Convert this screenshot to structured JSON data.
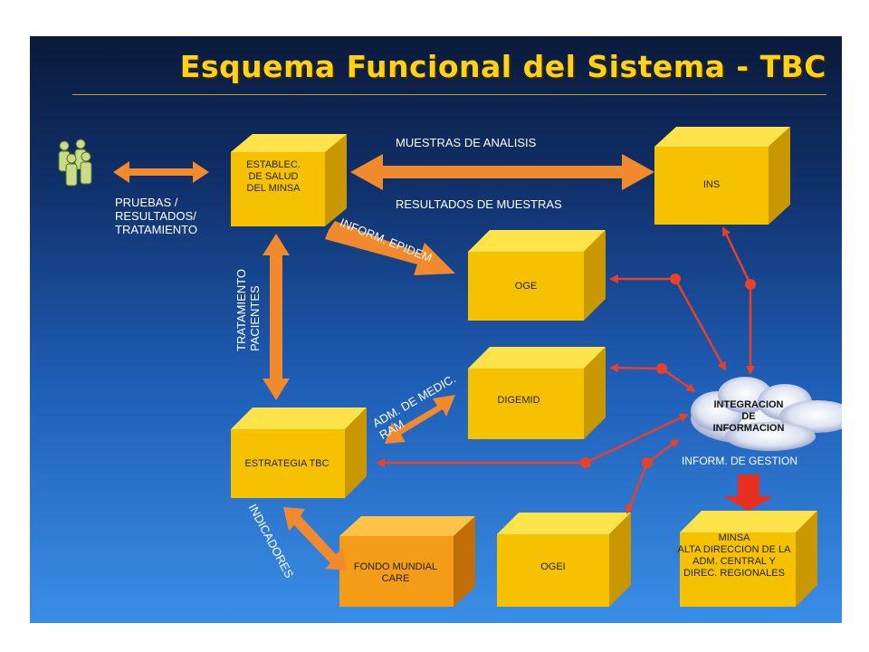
{
  "title": "Esquema Funcional del  Sistema - TBC",
  "boxes": {
    "establec": "ESTABLEC.\nDE SALUD\nDEL MINSA",
    "ins": "INS",
    "oge": "OGE",
    "digemid": "DIGEMID",
    "estrategia": "ESTRATEGIA  TBC",
    "fondo": "FONDO MUNDIAL\nCARE",
    "ogei": "OGEI",
    "minsa": "MINSA\nALTA DIRECCION  DE LA\nADM. CENTRAL  Y\nDIREC.  REGIONALES"
  },
  "cloud": "INTEGRACION\nDE\nINFORMACION",
  "labels": {
    "pruebas": "PRUEBAS /\nRESULTADOS/\nTRATAMIENTO",
    "muestras": "MUESTRAS DE ANALISIS",
    "resultados": "RESULTADOS DE MUESTRAS",
    "inform_epidem": "INFORM. EPIDEM",
    "tratamiento": "TRATAMIENTO\nPACIENTES",
    "adm_medic": "ADM. DE MEDIC.\nRAM",
    "inform_gestion": "INFORM.  DE GESTION",
    "indicadores": "INDICADORES"
  },
  "colors": {
    "box_front": "#f6c200",
    "box_top": "#ffe34a",
    "box_side": "#c99700",
    "fondo_front": "#f29c18",
    "arrow_orange": "#f08a2c",
    "connector_red": "#e8402a",
    "title": "#ffd21a"
  },
  "icons": {
    "people": "group-people-icon"
  }
}
